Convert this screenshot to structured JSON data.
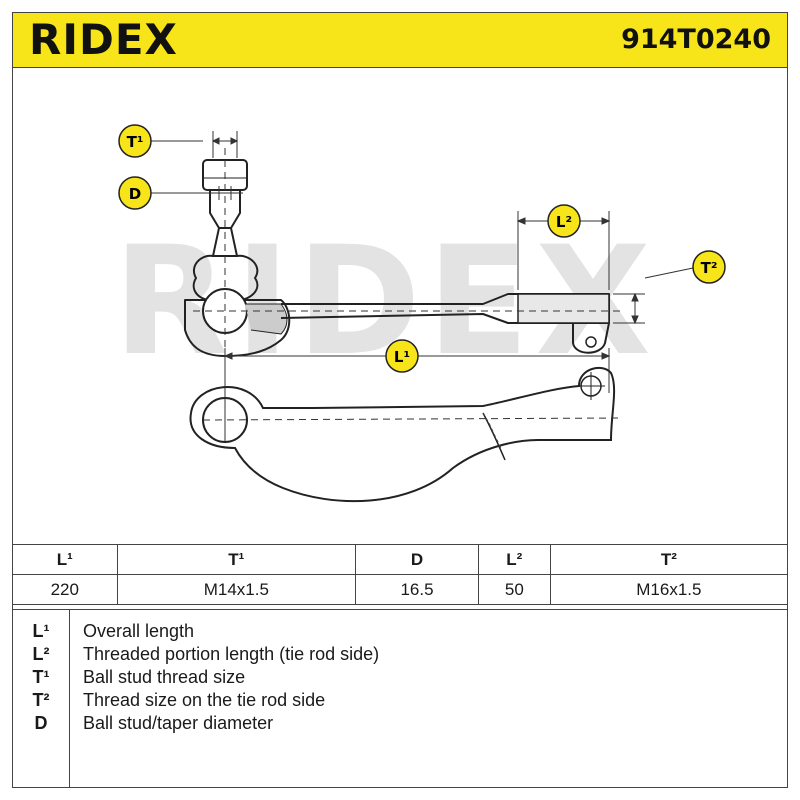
{
  "header": {
    "brand": "RIDEX",
    "part_number": "914T0240",
    "accent_color": "#f7e51a"
  },
  "labels": {
    "t1": "T¹",
    "d": "D",
    "l2": "L²",
    "t2": "T²",
    "l1": "L¹",
    "watermark": "RIDEX"
  },
  "specs": {
    "headers": [
      "L¹",
      "T¹",
      "D",
      "L²",
      "T²"
    ],
    "values": [
      "220",
      "M14x1.5",
      "16.5",
      "50",
      "M16x1.5"
    ]
  },
  "legend": [
    {
      "code": "L¹",
      "text": "Overall length"
    },
    {
      "code": "L²",
      "text": "Threaded portion length (tie rod side)"
    },
    {
      "code": "T¹",
      "text": "Ball stud thread size"
    },
    {
      "code": "T²",
      "text": "Thread size on the tie rod side"
    },
    {
      "code": "D",
      "text": "Ball stud/taper diameter"
    }
  ]
}
